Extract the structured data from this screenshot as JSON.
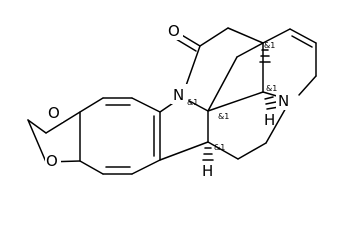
{
  "atoms": {
    "carbonyl_oxygen": "O",
    "amide_nitrogen": "N",
    "amine_nitrogen": "N",
    "dioxole_oxygen_top": "O",
    "dioxole_oxygen_bottom": "O",
    "hydrogen_right": "H",
    "hydrogen_bottom": "H"
  },
  "stereo_labels": {
    "top_quaternary": "&1",
    "amide_nitrogen": "&1",
    "spiro_center": "&1",
    "ring_junction_h": "&1",
    "aryl_junction_h": "&1"
  }
}
